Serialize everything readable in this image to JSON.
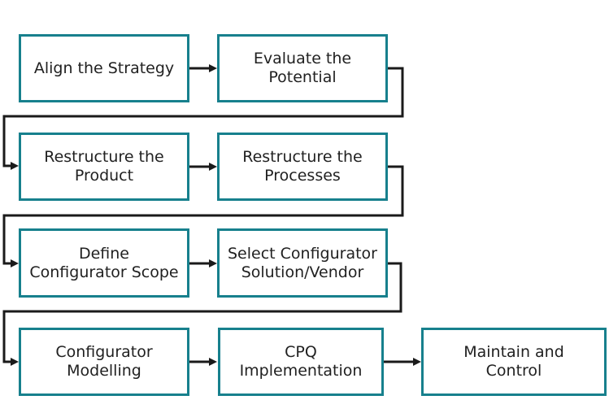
{
  "diagram": {
    "type": "flowchart",
    "flow": "sequential",
    "colors": {
      "box_border": "#17808D",
      "box_fill": "#FFFFFF",
      "connector": "#1A1A1A",
      "text": "#212121"
    },
    "steps": [
      {
        "id": 1,
        "label": "Align the Strategy",
        "lines": [
          "Align the Strategy"
        ],
        "row": 1,
        "col": 1
      },
      {
        "id": 2,
        "label": "Evaluate the Potential",
        "lines": [
          "Evaluate the",
          "Potential"
        ],
        "row": 1,
        "col": 2
      },
      {
        "id": 3,
        "label": "Restructure the Product",
        "lines": [
          "Restructure the",
          "Product"
        ],
        "row": 2,
        "col": 1
      },
      {
        "id": 4,
        "label": "Restructure the Processes",
        "lines": [
          "Restructure the",
          "Processes"
        ],
        "row": 2,
        "col": 2
      },
      {
        "id": 5,
        "label": "Define Configurator Scope",
        "lines": [
          "Define",
          "Configurator Scope"
        ],
        "row": 3,
        "col": 1
      },
      {
        "id": 6,
        "label": "Select Configurator Solution/Vendor",
        "lines": [
          "Select Configurator",
          "Solution/Vendor"
        ],
        "row": 3,
        "col": 2
      },
      {
        "id": 7,
        "label": "Configurator Modelling",
        "lines": [
          "Configurator",
          "Modelling"
        ],
        "row": 4,
        "col": 1
      },
      {
        "id": 8,
        "label": "CPQ Implementation",
        "lines": [
          "CPQ",
          "Implementation"
        ],
        "row": 4,
        "col": 2
      },
      {
        "id": 9,
        "label": "Maintain and Control",
        "lines": [
          "Maintain and",
          "Control"
        ],
        "row": 4,
        "col": 3
      }
    ],
    "connections": [
      {
        "from": 1,
        "to": 2
      },
      {
        "from": 2,
        "to": 3
      },
      {
        "from": 3,
        "to": 4
      },
      {
        "from": 4,
        "to": 5
      },
      {
        "from": 5,
        "to": 6
      },
      {
        "from": 6,
        "to": 7
      },
      {
        "from": 7,
        "to": 8
      },
      {
        "from": 8,
        "to": 9
      }
    ]
  }
}
